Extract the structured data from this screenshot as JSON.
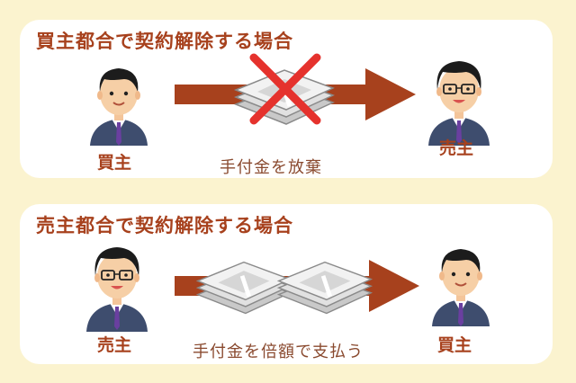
{
  "colors": {
    "background": "#fbf3cf",
    "panel": "#ffffff",
    "title_text": "#a7411d",
    "arrow": "#a7411d",
    "cross": "#e5322d"
  },
  "top_panel": {
    "title": "買主都合で契約解除する場合",
    "left_label": "買主",
    "right_label": "売主",
    "caption": "手付金を放棄"
  },
  "bottom_panel": {
    "title": "売主都合で契約解除する場合",
    "left_label": "売主",
    "right_label": "買主",
    "caption": "手付金を倍額で支払う"
  },
  "icons": {
    "person": "person-icon",
    "money": "money-bundle-icon",
    "cross": "cross-icon",
    "arrow": "arrow-right-icon"
  }
}
